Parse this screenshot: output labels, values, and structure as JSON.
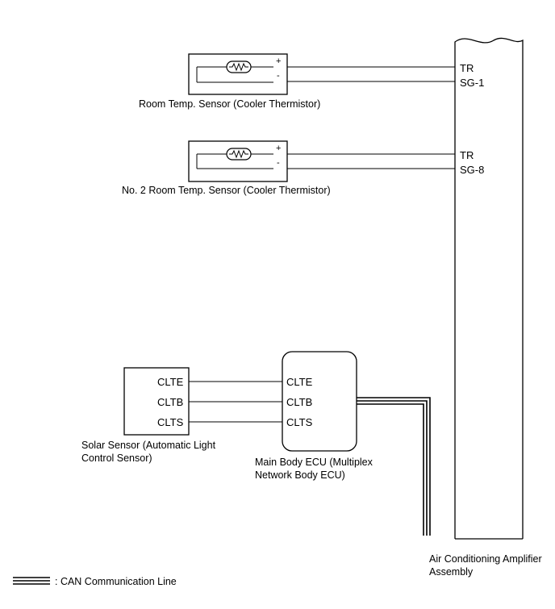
{
  "sensor1": {
    "label": "Room Temp. Sensor (Cooler Thermistor)",
    "plus": "+",
    "minus": "-",
    "pin_top": "TR",
    "pin_bottom": "SG-1"
  },
  "sensor2": {
    "label": "No. 2 Room Temp. Sensor (Cooler Thermistor)",
    "plus": "+",
    "minus": "-",
    "pin_top": "TR",
    "pin_bottom": "SG-8"
  },
  "solar_sensor": {
    "label_line1": "Solar Sensor (Automatic Light",
    "label_line2": "Control Sensor)",
    "pins": [
      "CLTE",
      "CLTB",
      "CLTS"
    ]
  },
  "main_body_ecu": {
    "label_line1": "Main Body ECU (Multiplex",
    "label_line2": "Network Body ECU)",
    "pins": [
      "CLTE",
      "CLTB",
      "CLTS"
    ]
  },
  "amplifier": {
    "label_line1": "Air Conditioning Amplifier",
    "label_line2": "Assembly"
  },
  "legend": {
    "can_label": ": CAN Communication Line"
  }
}
